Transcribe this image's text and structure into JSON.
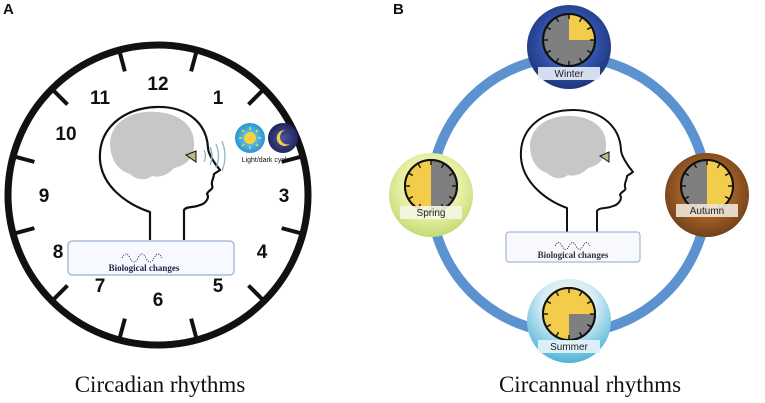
{
  "panel_a": {
    "letter": "A",
    "clock_numbers": [
      "12",
      "1",
      "3",
      "4",
      "5",
      "6",
      "7",
      "8",
      "9",
      "10",
      "11"
    ],
    "cycle_label": "Light/dark cycle",
    "bio_label": "Biological changes",
    "caption": "Circadian rhythms"
  },
  "panel_b": {
    "letter": "B",
    "seasons": {
      "winter": "Winter",
      "spring": "Spring",
      "summer": "Summer",
      "autumn": "Autumn"
    },
    "bio_label": "Biological changes",
    "caption": "Circannual rhythms"
  },
  "colors": {
    "ring_blue": "#5b92cf",
    "clock_yellow": "#f2cc4a",
    "clock_gray": "#7f7f7f",
    "head_gray": "#c7c7c7",
    "sun_blue": "#33a4df",
    "moon_navy": "#2a2f6a",
    "wave": "#333333"
  },
  "icons": [
    "brain-icon",
    "eye-icon",
    "sun-icon",
    "moon-icon",
    "wave-icon",
    "clock-icon"
  ]
}
